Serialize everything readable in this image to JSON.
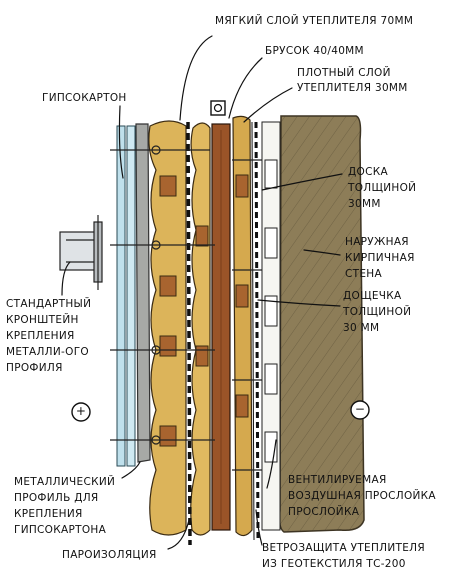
{
  "labels": {
    "soft_insulation": "МЯГКИЙ СЛОЙ УТЕПЛИТЕЛЯ 70ММ",
    "bar": "БРУСОК 40/40ММ",
    "dense_line1": "ПЛОТНЫЙ СЛОЙ",
    "dense_line2": "УТЕПЛИТЕЛЯ 30ММ",
    "gypsum": "ГИПСОКАРТОН",
    "board_line1": "ДОСКА",
    "board_line2": "ТОЛЩИНОЙ",
    "board_line3": "30ММ",
    "brick_line1": "НАРУЖНАЯ",
    "brick_line2": "КИРПИЧНАЯ",
    "brick_line3": "СТЕНА",
    "bracket_line1": "СТАНДАРТНЫЙ",
    "bracket_line2": "КРОНШТЕЙН",
    "bracket_line3": "КРЕПЛЕНИЯ",
    "bracket_line4": "МЕТАЛЛИ-ОГО",
    "bracket_line5": "ПРОФИЛЯ",
    "plank_line1": "ДОЩЕЧКА",
    "plank_line2": "ТОЛЩИНОЙ",
    "plank_line3": "30 ММ",
    "plus": "+",
    "minus": "−",
    "profile_line1": "МЕТАЛЛИЧЕСКИЙ",
    "profile_line2": "ПРОФИЛЬ ДЛЯ",
    "profile_line3": "КРЕПЛЕНИЯ",
    "profile_line4": "ГИПСОКАРТОНА",
    "vent_line1": "ВЕНТИЛИРУЕМАЯ",
    "vent_line2": "ВОЗДУШНАЯ ПРОСЛОЙКА",
    "vent_line3": "ПРОСЛОЙКА",
    "vapor": "ПАРОИЗОЛЯЦИЯ",
    "wind_line1": "ВЕТРОЗАЩИТА УТЕПЛИТЕЛЯ",
    "wind_line2": "ИЗ ГЕОТЕКСТИЛЯ ТС-200"
  },
  "colors": {
    "insulation": "#d9b35a",
    "insulation_dark": "#c99a3c",
    "wood": "#9c5a2e",
    "brick": "#8a7a55",
    "gypsum": "#b9dbe6",
    "metal": "#9aa0a6",
    "ink": "#111111"
  }
}
